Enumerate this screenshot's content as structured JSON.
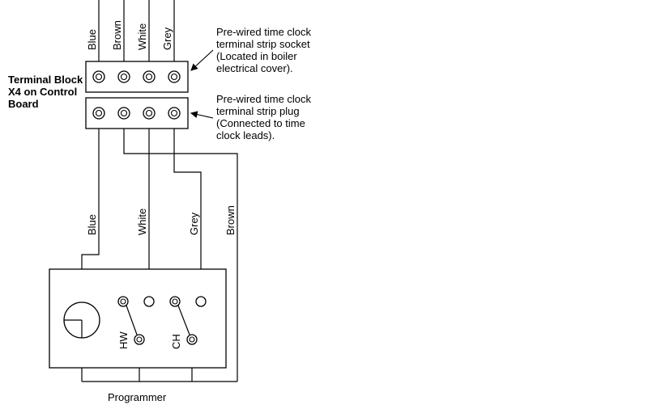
{
  "terminal_block_label": [
    "Terminal Block",
    "X4 on Control",
    "Board"
  ],
  "top_wire_labels": [
    "Blue",
    "Brown",
    "White",
    "Grey"
  ],
  "socket_note": [
    "Pre-wired time clock",
    "terminal strip socket",
    "(Located in boiler",
    "electrical cover)."
  ],
  "plug_note": [
    "Pre-wired time clock",
    "terminal strip plug",
    "(Connected to time",
    "clock leads)."
  ],
  "lead_labels": [
    "Blue",
    "White",
    "Grey",
    "Brown"
  ],
  "programmer": {
    "switch_labels": [
      "HW",
      "CH"
    ],
    "title": "Programmer"
  }
}
